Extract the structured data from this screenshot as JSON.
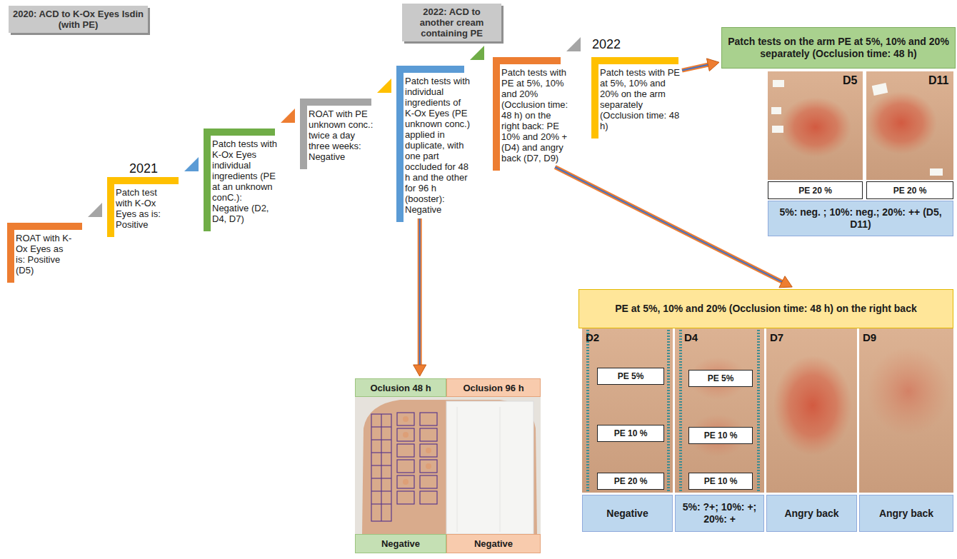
{
  "diagram": {
    "nodes": [
      {
        "text": [
          "2020: ACD to K-Ox Eyes Isdin (with PE)"
        ]
      },
      {
        "text": [
          "2022: ACD to another cream containing PE"
        ]
      },
      {
        "text": [
          "ROAT with K-Ox Eyes as is: Positive (D5)"
        ]
      },
      {
        "text": [
          "Patch test with K-Ox Eyes as is: Positive"
        ]
      },
      {
        "text": [
          "Patch tests with K-Ox Eyes individual ingredients (PE at an unknown conC.): Negative (D2, D4, D7)"
        ]
      },
      {
        "text": [
          "ROAT with PE unknown conc.: twice a day three weeks: Negative"
        ]
      },
      {
        "text": [
          "Patch tests with individual ingredients of K-Ox Eyes (PE unknown conc.) applied in duplicate, with one part occluded for 48 h and the other for 96 h (booster): Negative"
        ]
      },
      {
        "text": [
          "Patch tests with PE at 5%, 10% and 20% (Occlusion time: 48 h) on the right back: PE 10% and 20% + (D4) and angry back (D7, D9)"
        ]
      },
      {
        "text": [
          "Patch tests with PE at 5%, 10% and 20% on the arm separately (Occlusion time: 48 h)"
        ]
      },
      {
        "text": [
          "Patch tests on the arm PE at 5%, 10% and 20% separately (Occlusion time: 48 h)"
        ]
      },
      {
        "text": [
          "PE 20 %"
        ]
      },
      {
        "text": [
          "PE 20 %"
        ]
      },
      {
        "text": [
          "5%: neg. ; 10%: neg.; 20%: ++ (D5, D11)"
        ]
      },
      {
        "text": [
          "PE at 5%, 10% and 20% (Occlusion time: 48 h) on the right back"
        ]
      },
      {
        "text": [
          "PE 5%"
        ]
      },
      {
        "text": [
          "PE 10 %"
        ]
      },
      {
        "text": [
          "PE 20 %"
        ]
      },
      {
        "text": [
          "PE 5%"
        ]
      },
      {
        "text": [
          "PE 10 %"
        ]
      },
      {
        "text": [
          "PE 10 %"
        ]
      },
      {
        "text": [
          "Negative"
        ]
      },
      {
        "text": [
          "5%: ?+; 10%: +; 20%: +"
        ]
      },
      {
        "text": [
          "Angry back"
        ]
      },
      {
        "text": [
          "Angry back"
        ]
      },
      {
        "text": [
          "Oclusion 48 h"
        ]
      },
      {
        "text": [
          "Oclusion 96 h"
        ]
      },
      {
        "text": [
          "Negative"
        ]
      },
      {
        "text": [
          "Negative"
        ]
      }
    ],
    "edges": [
      {
        "from": 8,
        "to": 9,
        "arrow": "to"
      },
      {
        "from": 7,
        "to": 13,
        "arrow": "to"
      },
      {
        "from": 6,
        "to": 24,
        "arrow": "to"
      }
    ],
    "labels": [
      "2021",
      "2022",
      "D5",
      "D11",
      "D2",
      "D4",
      "D7",
      "D9"
    ]
  }
}
